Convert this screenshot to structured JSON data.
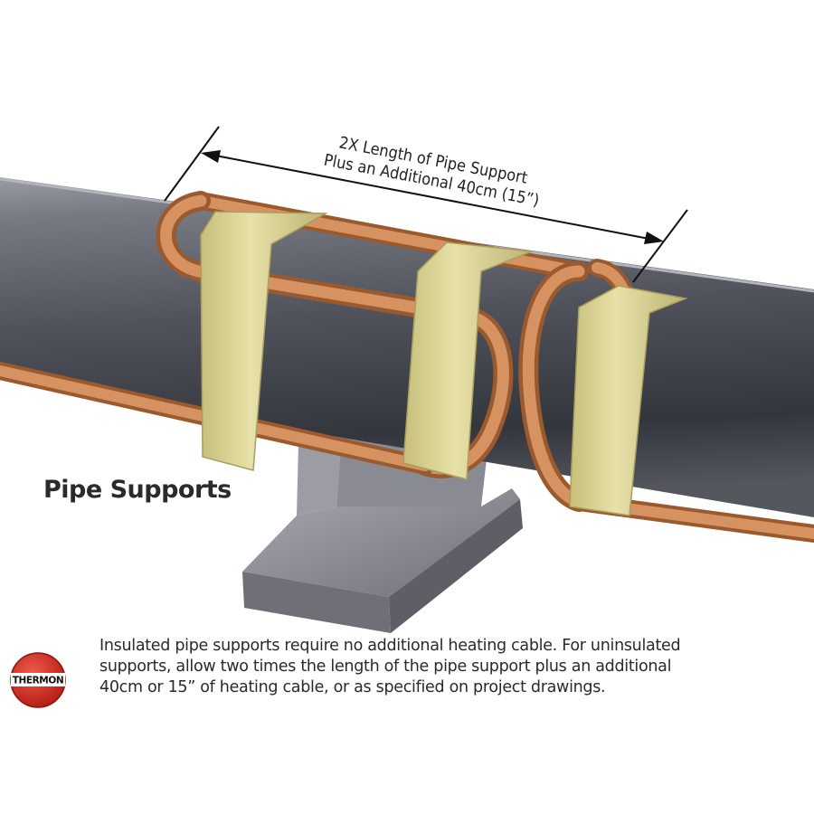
{
  "diagram": {
    "dimension_label_line1": "2X Length of Pipe Support",
    "dimension_label_line2": "Plus an Additional 40cm (15”)",
    "section_title": "Pipe Supports",
    "caption_line1": "Insulated pipe supports require no additional heating cable. For uninsulated",
    "caption_line2": "supports, allow two times the length of the pipe support plus an additional",
    "caption_line3": "40cm or 15” of heating cable, or as specified on project drawings.",
    "logo_text": "THERMON",
    "colors": {
      "pipe": "#5a5d66",
      "cable": "#c8804a",
      "strap": "#d8d192",
      "support": "#8e8f96",
      "logo_red": "#d42b1e"
    }
  }
}
